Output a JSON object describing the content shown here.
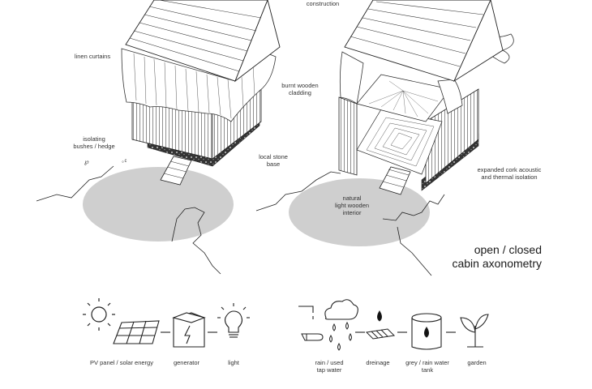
{
  "labels": {
    "construction": "construction",
    "linen_curtains": "linen curtains",
    "burnt_wooden": [
      "burnt wooden",
      "cladding"
    ],
    "isolating": [
      "isolating",
      "bushes / hedge"
    ],
    "local_stone": [
      "local stone",
      "base"
    ],
    "expanded_cork": [
      "expanded cork acoustic",
      "and thermal isolation"
    ],
    "interior": [
      "natural",
      "light wooden",
      "interior"
    ]
  },
  "title": [
    "open / closed",
    "cabin axonometry"
  ],
  "energy_icons": {
    "pv": "PV panel / solar energy",
    "generator": "generator",
    "light": "light"
  },
  "water_icons": {
    "rain": [
      "rain / used",
      "tap water"
    ],
    "dreinage": "dreinage",
    "tank": [
      "grey / rain water",
      "tank"
    ],
    "garden": "garden"
  }
}
